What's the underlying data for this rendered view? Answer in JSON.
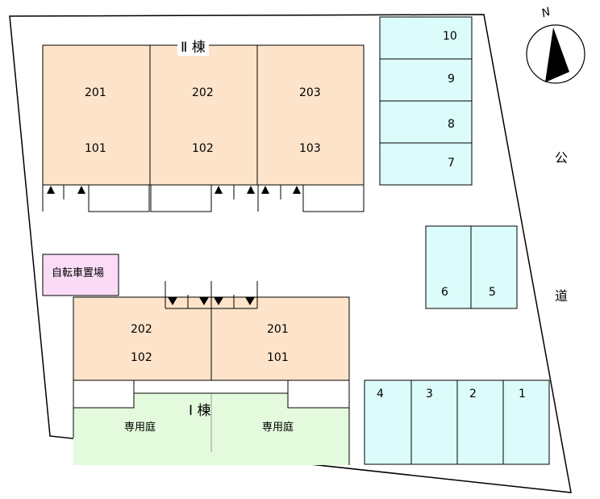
{
  "building_2": {
    "title": "Ⅱ 棟",
    "units_upper": [
      "201",
      "202",
      "203"
    ],
    "units_lower": [
      "101",
      "102",
      "103"
    ]
  },
  "building_1": {
    "title": "Ⅰ 棟",
    "units_upper": [
      "202",
      "201"
    ],
    "units_lower": [
      "102",
      "101"
    ],
    "gardens": [
      "専用庭",
      "専用庭"
    ]
  },
  "bicycle_parking": "自転車置場",
  "parking": {
    "right_column": [
      "10",
      "9",
      "8",
      "7"
    ],
    "middle_pair": [
      "6",
      "5"
    ],
    "bottom_row": [
      "4",
      "3",
      "2",
      "1"
    ]
  },
  "road": {
    "chars": [
      "公",
      "道"
    ]
  },
  "compass": {
    "north_label": "N"
  },
  "colors": {
    "apartment": "#fde3c9",
    "parking": "#dcfbfb",
    "garden": "#e3fbdc",
    "bicycle": "#fbdcf7"
  }
}
